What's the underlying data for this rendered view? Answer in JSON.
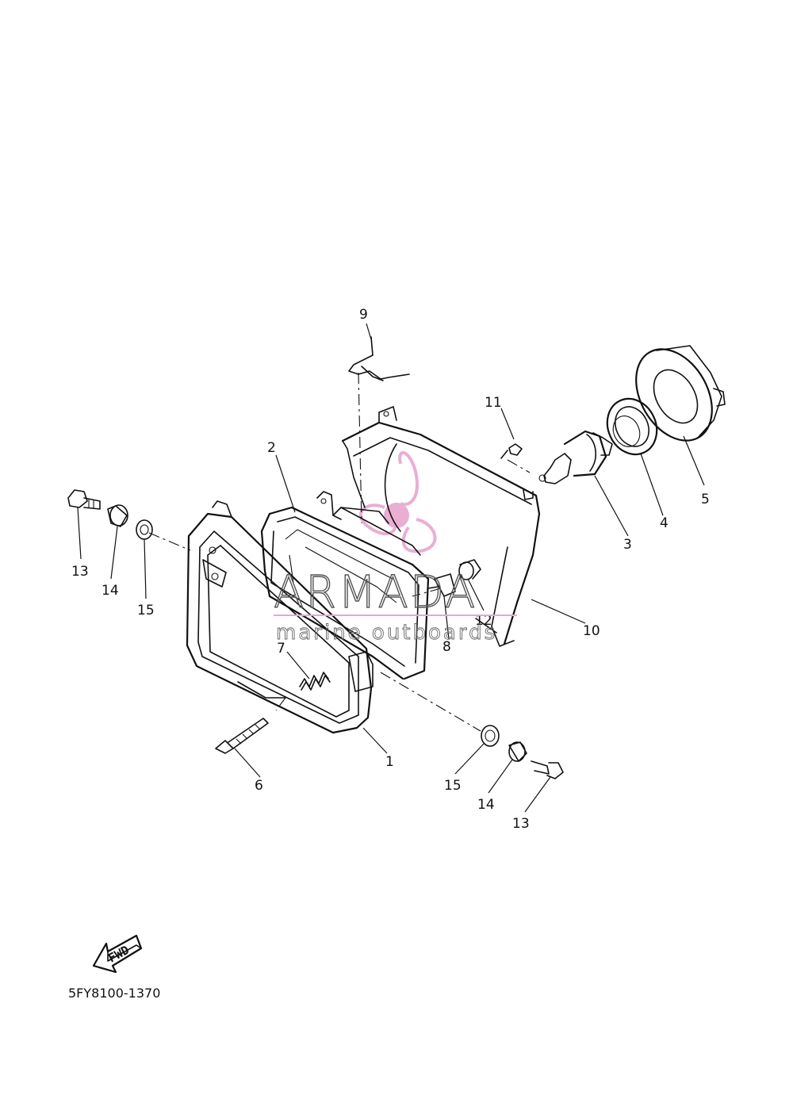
{
  "diagram": {
    "callouts": [
      "1",
      "2",
      "3",
      "4",
      "5",
      "6",
      "7",
      "8",
      "9",
      "10",
      "11",
      "12",
      "13",
      "14",
      "15",
      "15",
      "14",
      "13"
    ],
    "drawing_code": "5FY8100-1370",
    "fwd_label": "FWD"
  },
  "watermark": {
    "brand": "ARMADA",
    "tagline": "marine outboards",
    "accent_color": "#e8a6cf"
  }
}
